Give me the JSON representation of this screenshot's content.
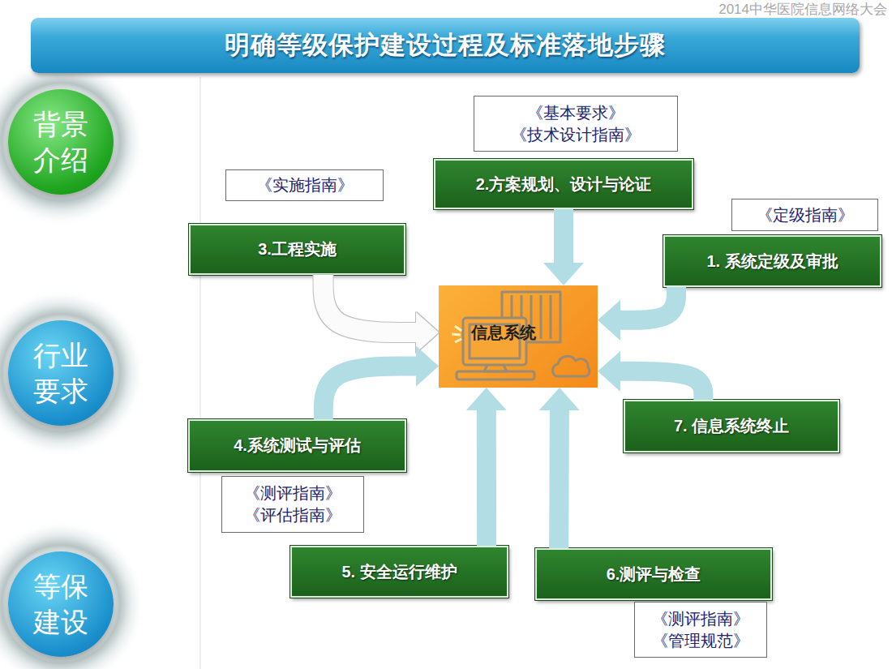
{
  "diagram": {
    "title": "明确等级保护建设过程及标准落地步骤",
    "nodes": [
      {
        "text": [
          "背景 介绍"
        ]
      },
      {
        "text": [
          "行业 要求"
        ]
      },
      {
        "text": [
          "等保 建设"
        ]
      },
      {
        "text": [
          "《基本要求》",
          "《技术设计指南》"
        ]
      },
      {
        "text": [
          "2.方案规划、设计与论证"
        ]
      },
      {
        "text": [
          "《实施指南》"
        ]
      },
      {
        "text": [
          "《定级指南》"
        ]
      },
      {
        "text": [
          "3.工程实施"
        ]
      },
      {
        "text": [
          "1. 系统定级及审批"
        ]
      },
      {
        "text": [
          "信息系统"
        ]
      },
      {
        "text": [
          "4.系统测试与评估"
        ]
      },
      {
        "text": [
          "7. 信息系统终止"
        ]
      },
      {
        "text": [
          "《测评指南》",
          "《评估指南》"
        ]
      },
      {
        "text": [
          "5. 安全运行维护"
        ]
      },
      {
        "text": [
          "6.测评与检查"
        ]
      },
      {
        "text": [
          "《测评指南》",
          "《管理规范》"
        ]
      }
    ],
    "edges": [
      {
        "from": 8,
        "to": 9,
        "arrow": "to"
      },
      {
        "from": 4,
        "to": 9,
        "arrow": "to"
      },
      {
        "from": 7,
        "to": 9,
        "arrow": "to"
      },
      {
        "from": 10,
        "to": 9,
        "arrow": "to"
      },
      {
        "from": 13,
        "to": 9,
        "arrow": "to"
      },
      {
        "from": 14,
        "to": 9,
        "arrow": "to"
      },
      {
        "from": 11,
        "to": 9,
        "arrow": "to"
      }
    ],
    "labels": [
      "2014中华医院信息网络大会"
    ]
  }
}
